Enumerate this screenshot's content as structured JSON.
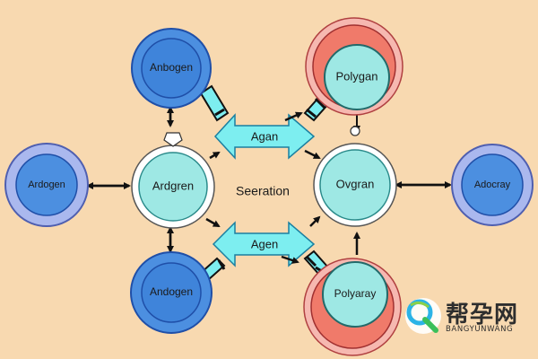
{
  "diagram": {
    "nodes": {
      "top_left": "Anbogen",
      "left": "Ardogen",
      "bottom_left": "Andogen",
      "center_left": "Ardgren",
      "top_right": "Polygan",
      "center_right": "Ovgran",
      "right": "Adocray",
      "bottom_right": "Polyaray"
    },
    "center_label": "Seeration",
    "arrow_labels": {
      "top": "Agan",
      "bottom": "Agen"
    }
  },
  "watermark": {
    "chinese": "帮孕网",
    "latin": "BANGYUNWANG"
  },
  "colors": {
    "background": "#f8d9b0",
    "blue_fill": "#4c8fe0",
    "blue_stroke": "#1f4fa8",
    "teal_fill": "#9ee8e4",
    "arrow_fill": "#7deef0",
    "red_ring": "#f07a6a",
    "pink_ring": "#f6b8b0",
    "lavender_ring": "#aab8ee"
  }
}
